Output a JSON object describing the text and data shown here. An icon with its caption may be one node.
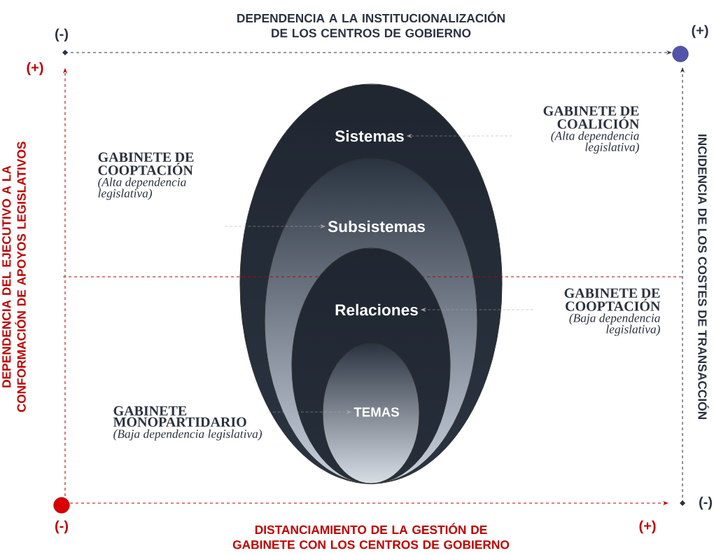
{
  "diagram": {
    "nodes": [
      {
        "text": [
          "Sistemas"
        ]
      },
      {
        "text": [
          "Subsistemas"
        ],
        "in": 0
      },
      {
        "text": [
          "Relaciones"
        ],
        "in": 1
      },
      {
        "text": [
          "TEMAS"
        ],
        "in": 2
      },
      {
        "text": [
          "GABINETE DE COALICIÓN",
          "(Alta dependencia legislativa)"
        ]
      },
      {
        "text": [
          "GABINETE DE COOPTACIÓN",
          "(Alta dependencia legislativa)"
        ]
      },
      {
        "text": [
          "GABINETE DE COOPTACIÓN",
          "(Baja dependencia legislativa)"
        ]
      },
      {
        "text": [
          "GABINETE MONOPARTIDARIO",
          "(Baja dependencia legislativa)"
        ]
      }
    ],
    "edges": [
      {
        "from": 4,
        "to": 0,
        "arrow": "to",
        "style": "dashed"
      },
      {
        "from": 5,
        "to": 1,
        "arrow": "to",
        "style": "dashed"
      },
      {
        "from": 6,
        "to": 2,
        "arrow": "to",
        "style": "dashed"
      },
      {
        "from": 7,
        "to": 3,
        "arrow": "to",
        "style": "dashed"
      }
    ],
    "labels": [
      "DEPENDENCIA A LA INSTITUCIONALIZACIÓN DE LOS CENTROS DE GOBIERNO",
      "(-)",
      "(+)",
      "(+)",
      "DEPENDENCIA DEL EJECUTIVO A LA CONFORMACIÓN DE APOYOS LEGISLATIVOS",
      "INCIDENCIA DE LOS COSTES DE TRANSACCIÓN",
      "(-)",
      "(-)",
      "DISTANCIAMIENTO DE LA GESTIÓN DE GABINETE CON LOS CENTROS DE GOBIERNO",
      "(+)"
    ]
  }
}
